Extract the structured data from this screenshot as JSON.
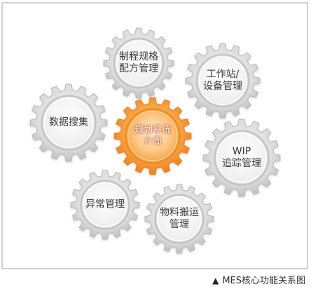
{
  "gears": [
    {
      "id": "recipe",
      "label": "制程规格\n配方管理",
      "highlight": false
    },
    {
      "id": "station",
      "label": "工作站/\n设备管理",
      "highlight": false
    },
    {
      "id": "data",
      "label": "数据搜集",
      "highlight": false
    },
    {
      "id": "core",
      "label": "规划系统\n介面",
      "highlight": true
    },
    {
      "id": "wip",
      "label": "WIP\n追踪管理",
      "highlight": false
    },
    {
      "id": "abnormal",
      "label": "异常管理",
      "highlight": false
    },
    {
      "id": "material",
      "label": "物料搬运\n管理",
      "highlight": false
    }
  ],
  "caption": {
    "icon": "triangle-up-icon",
    "text": "MES核心功能关系图"
  },
  "colors": {
    "gear_gray": "#d9d9d9",
    "gear_gray_dark": "#b9b9b9",
    "gear_orange": "#f7a040",
    "gear_orange_dark": "#ef7d17",
    "center_text": "#ffffff",
    "label_text": "#3a3a3a"
  }
}
